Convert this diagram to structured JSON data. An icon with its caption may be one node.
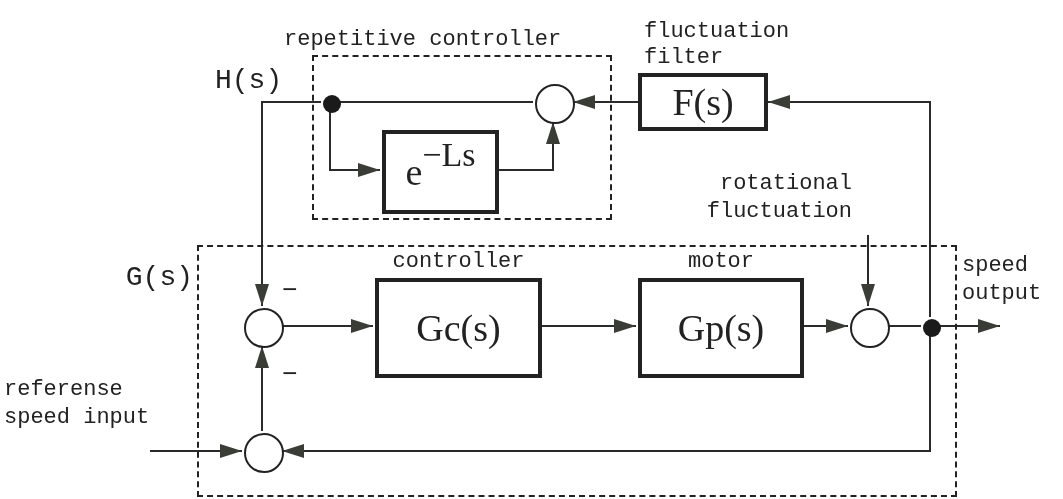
{
  "diagram": {
    "nodes": [
      {
        "text": [
          "repetitive controller"
        ]
      },
      {
        "text": [],
        "shape": "dot",
        "in": 0
      },
      {
        "text": [],
        "shape": "circle",
        "in": 0
      },
      {
        "text": [
          "e$^{−Ls}$"
        ],
        "in": 0
      },
      {
        "text": [
          "fluctuation filter",
          "F(s)"
        ]
      },
      {
        "text": [
          "G(s)"
        ]
      },
      {
        "text": [],
        "shape": "circle",
        "in": 5
      },
      {
        "text": [],
        "shape": "circle",
        "in": 5
      },
      {
        "text": [
          "controller",
          "Gc(s)"
        ],
        "in": 5
      },
      {
        "text": [
          "motor",
          "Gp(s)"
        ],
        "in": 5
      },
      {
        "text": [],
        "shape": "circle",
        "in": 5
      },
      {
        "text": [],
        "shape": "dot",
        "in": 5
      }
    ],
    "edges": [
      {
        "from": 1,
        "to": 2,
        "arrow": "none"
      },
      {
        "from": 1,
        "to": 3,
        "arrow": "to"
      },
      {
        "from": 3,
        "to": 2,
        "arrow": "to"
      },
      {
        "from": 4,
        "to": 2,
        "arrow": "to"
      },
      {
        "from": 11,
        "to": 4,
        "arrow": "to"
      },
      {
        "from": 1,
        "to": 6,
        "arrow": "to"
      },
      {
        "from": 7,
        "to": 6,
        "arrow": "to"
      },
      {
        "from": 6,
        "to": 8,
        "arrow": "to"
      },
      {
        "from": 8,
        "to": 9,
        "arrow": "to"
      },
      {
        "from": 9,
        "to": 10,
        "arrow": "to"
      },
      {
        "from": null,
        "to": 10,
        "arrow": "to"
      },
      {
        "from": 10,
        "to": 11,
        "arrow": "none"
      },
      {
        "from": 11,
        "to": null,
        "arrow": "to"
      },
      {
        "from": 11,
        "to": 7,
        "arrow": "to"
      },
      {
        "from": null,
        "to": 7,
        "arrow": "to"
      }
    ],
    "labels": [
      "H(s)",
      "−",
      "−",
      "rotational fluctuation",
      "referense speed input",
      "speed output"
    ]
  }
}
